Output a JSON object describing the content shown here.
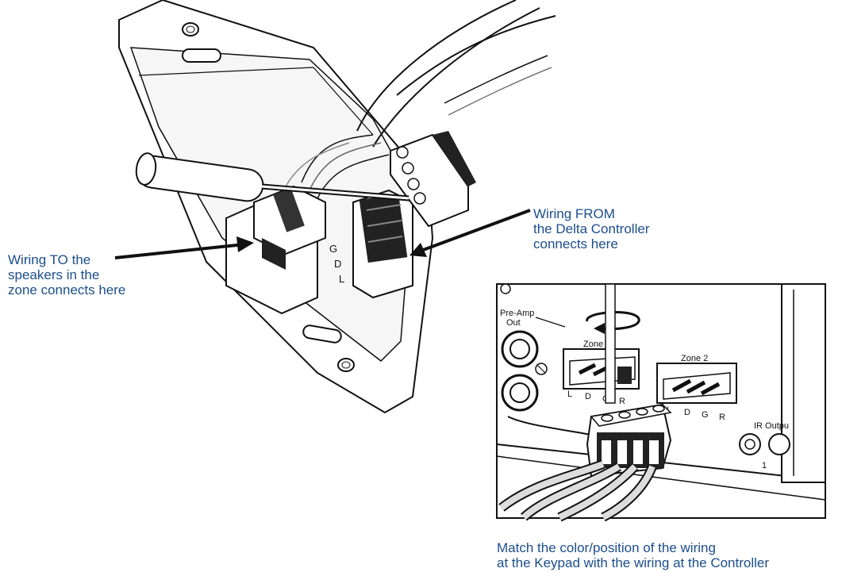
{
  "callouts": {
    "to_speakers": [
      "Wiring TO the",
      "speakers in the",
      "zone connects here"
    ],
    "from_controller": [
      "Wiring FROM",
      "the Delta Controller",
      "connects here"
    ],
    "match_wiring": [
      "Match the color/position of the wiring",
      "at the Keypad with the wiring at the Controller"
    ]
  },
  "keypad_terminal_labels": [
    "G",
    "D",
    "L"
  ],
  "controller_panel": {
    "preamp_label": [
      "Pre-Amp",
      "Out"
    ],
    "zone1_label": "Zone 1",
    "zone2_label": "Zone 2",
    "zone1_terminals": [
      "L",
      "D",
      "G",
      "R"
    ],
    "zone2_terminals": [
      "L",
      "D",
      "G",
      "R"
    ],
    "ir_output_label": "IR Outpu",
    "ir_output_number": "1"
  },
  "colors": {
    "callout_text": "#1b4e8c",
    "line_art": "#111111"
  }
}
